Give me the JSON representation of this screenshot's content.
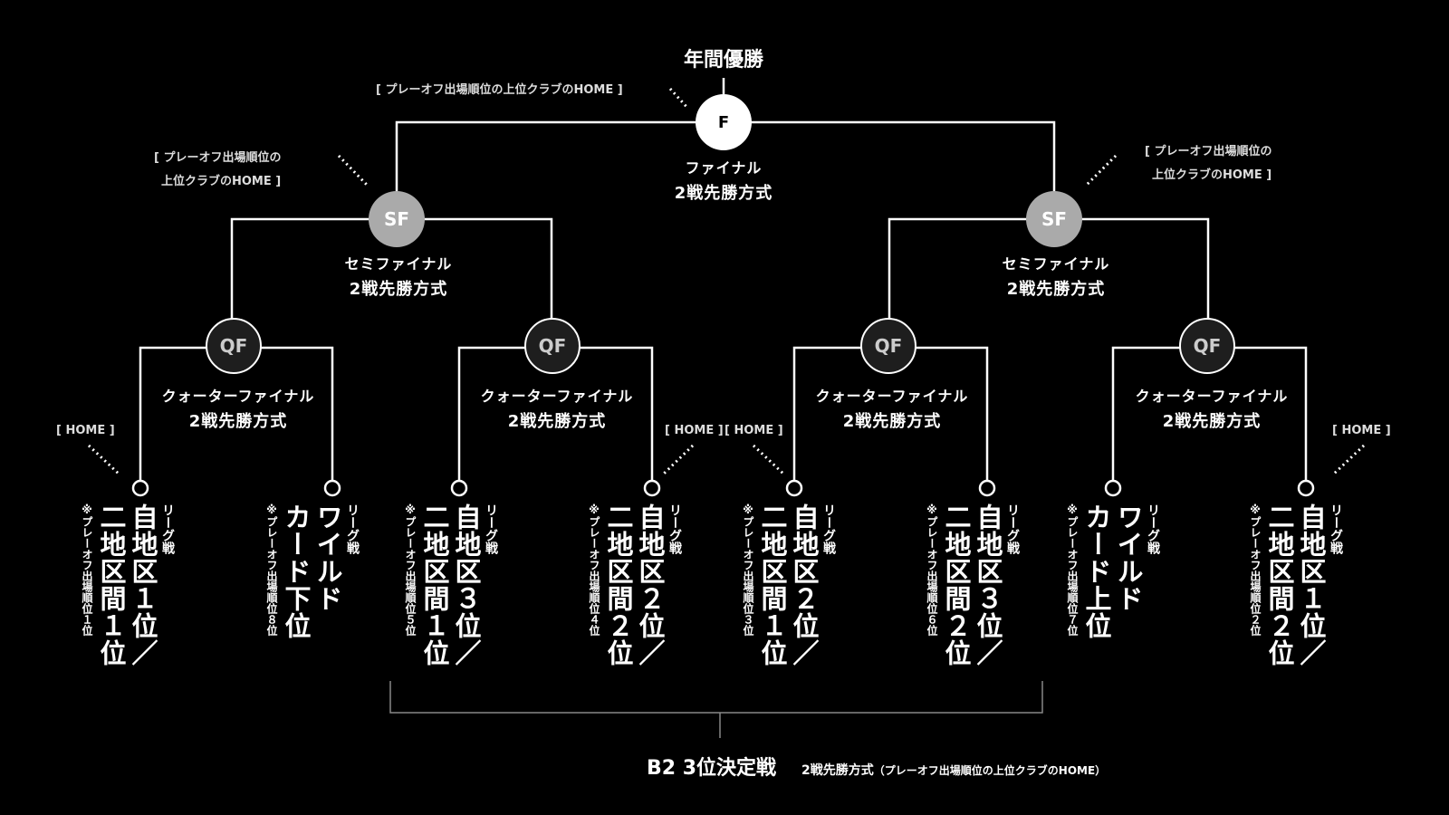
{
  "champion": "年間優勝",
  "final": {
    "code": "F",
    "name": "ファイナル",
    "format": "2戦先勝方式",
    "note": "[ プレーオフ出場順位の上位クラブのHOME ]"
  },
  "semifinals": [
    {
      "code": "SF",
      "name": "セミファイナル",
      "format": "2戦先勝方式",
      "note_line1": "[ プレーオフ出場順位の",
      "note_line2": "上位クラブのHOME ]"
    },
    {
      "code": "SF",
      "name": "セミファイナル",
      "format": "2戦先勝方式",
      "note_line1": "[ プレーオフ出場順位の",
      "note_line2": "上位クラブのHOME ]"
    }
  ],
  "quarterfinals": [
    {
      "code": "QF",
      "name": "クォーターファイナル",
      "format": "2戦先勝方式"
    },
    {
      "code": "QF",
      "name": "クォーターファイナル",
      "format": "2戦先勝方式"
    },
    {
      "code": "QF",
      "name": "クォーターファイナル",
      "format": "2戦先勝方式"
    },
    {
      "code": "QF",
      "name": "クォーターファイナル",
      "format": "2戦先勝方式"
    }
  ],
  "home_label": "[ HOME ]",
  "teams": [
    {
      "tag": "リーグ戦",
      "line1": "自地区１位／",
      "line2": "二地区間１位",
      "note": "※プレーオフ出場順位１位"
    },
    {
      "tag": "リーグ戦",
      "line1": "ワイルド",
      "line2": "カード下位",
      "note": "※プレーオフ出場順位８位"
    },
    {
      "tag": "リーグ戦",
      "line1": "自地区３位／",
      "line2": "二地区間１位",
      "note": "※プレーオフ出場順位５位"
    },
    {
      "tag": "リーグ戦",
      "line1": "自地区２位／",
      "line2": "二地区間２位",
      "note": "※プレーオフ出場順位４位"
    },
    {
      "tag": "リーグ戦",
      "line1": "自地区２位／",
      "line2": "二地区間１位",
      "note": "※プレーオフ出場順位３位"
    },
    {
      "tag": "リーグ戦",
      "line1": "自地区３位／",
      "line2": "二地区間２位",
      "note": "※プレーオフ出場順位６位"
    },
    {
      "tag": "リーグ戦",
      "line1": "ワイルド",
      "line2": "カード上位",
      "note": "※プレーオフ出場順位７位"
    },
    {
      "tag": "リーグ戦",
      "line1": "自地区１位／",
      "line2": "二地区間２位",
      "note": "※プレーオフ出場順位２位"
    }
  ],
  "third_place": {
    "title": "B2 3位決定戦",
    "format": "2戦先勝方式",
    "note": "（プレーオフ出場順位の上位クラブのHOME）"
  }
}
